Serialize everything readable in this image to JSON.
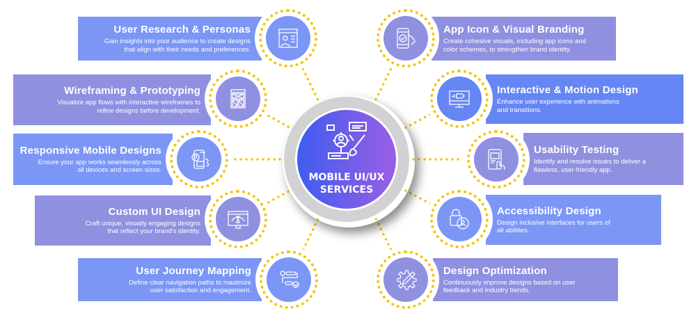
{
  "center": {
    "line1": "MOBILE UI/UX",
    "line2": "SERVICES",
    "icon": "designer-tools-icon"
  },
  "colors": {
    "blue": "#7b96f5",
    "lavender": "#8f90e0",
    "deep_blue": "#6586f4",
    "dots": "#f5c400"
  },
  "left": [
    {
      "title": "User Research & Personas",
      "desc": "Gain insights into your audience to create designs\nthat align with their needs and preferences.",
      "icon": "user-profile-icon"
    },
    {
      "title": "Wireframing & Prototyping",
      "desc": "Visualize app flows with interactive wireframes to\nrefine designs before development.",
      "icon": "wireframe-icon"
    },
    {
      "title": "Responsive Mobile Designs",
      "desc": "Ensure your app works seamlessly across\nall devices and screen sizes.",
      "icon": "responsive-mobile-icon"
    },
    {
      "title": "Custom UI Design",
      "desc": "Craft unique, visually engaging designs\nthat reflect your brand's identity.",
      "icon": "custom-ui-icon"
    },
    {
      "title": "User Journey Mapping",
      "desc": "Define clear navigation paths to maximize\nuser satisfaction and engagement.",
      "icon": "journey-map-icon"
    }
  ],
  "right": [
    {
      "title": "App Icon & Visual Branding",
      "desc": "Create cohesive visuals, including app icons and\ncolor schemes, to strengthen brand identity.",
      "icon": "app-branding-icon"
    },
    {
      "title": "Interactive & Motion Design",
      "desc": "Enhance user experience with animations\nand transitions.",
      "icon": "motion-monitor-icon"
    },
    {
      "title": "Usability Testing",
      "desc": "Identify and resolve issues to deliver a\nflawless, user-friendly app.",
      "icon": "touch-test-icon"
    },
    {
      "title": "Accessibility Design",
      "desc": "Design inclusive interfaces for users of\nall abilities.",
      "icon": "accessibility-lock-icon"
    },
    {
      "title": "Design Optimization",
      "desc": "Continuously improve designs based on user\nfeedback and industry trends.",
      "icon": "gear-pencil-icon"
    }
  ]
}
